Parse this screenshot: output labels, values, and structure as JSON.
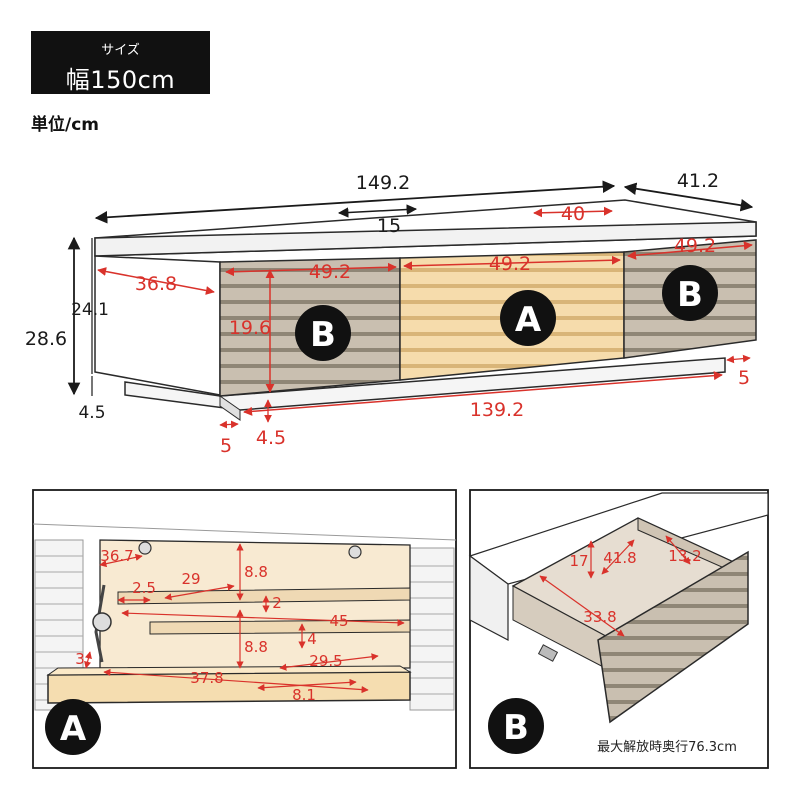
{
  "badge": {
    "caption": "サイズ",
    "main": "幅150cm"
  },
  "unit_label": "単位/cm",
  "top_view": {
    "dims_black": {
      "total_width": "149.2",
      "depth": "41.2",
      "cable_hole": "15",
      "height_total": "28.6",
      "height_body": "24.1",
      "plinth": "4.5"
    },
    "dims_red": {
      "hole_offset": "40",
      "side_depth": "36.8",
      "drawer_left": "49.2",
      "flap_center": "49.2",
      "drawer_right": "49.2",
      "front_height": "19.6",
      "right_inset": "5",
      "base_width": "139.2",
      "left_inset": "5",
      "base_height": "4.5"
    },
    "labels": {
      "left_drawer": "B",
      "center_flap": "A",
      "right_drawer": "B"
    }
  },
  "detail_a": {
    "badge": "A",
    "dims": {
      "shelf_depth": "36.7",
      "upper_height": "8.8",
      "upper_width": "29",
      "hinge": "2.5",
      "shelf_thickness": "2",
      "inner_width": "45",
      "lower_height": "8.8",
      "step": "4",
      "lower_depth": "29.5",
      "door_gap": "3",
      "door_width": "37.8",
      "door_depth": "8.1"
    }
  },
  "detail_b": {
    "badge": "B",
    "dims": {
      "inner_height": "17",
      "inner_width": "41.8",
      "inner_depth_right": "13.2",
      "inner_depth": "33.8"
    },
    "note": "最大解放時奥行76.3cm"
  },
  "colors": {
    "dimension_red": "#d9322b",
    "oak_light": "#f3d8a8",
    "oak_gray": "#b9ad9c",
    "outline": "#2a2a2a"
  }
}
